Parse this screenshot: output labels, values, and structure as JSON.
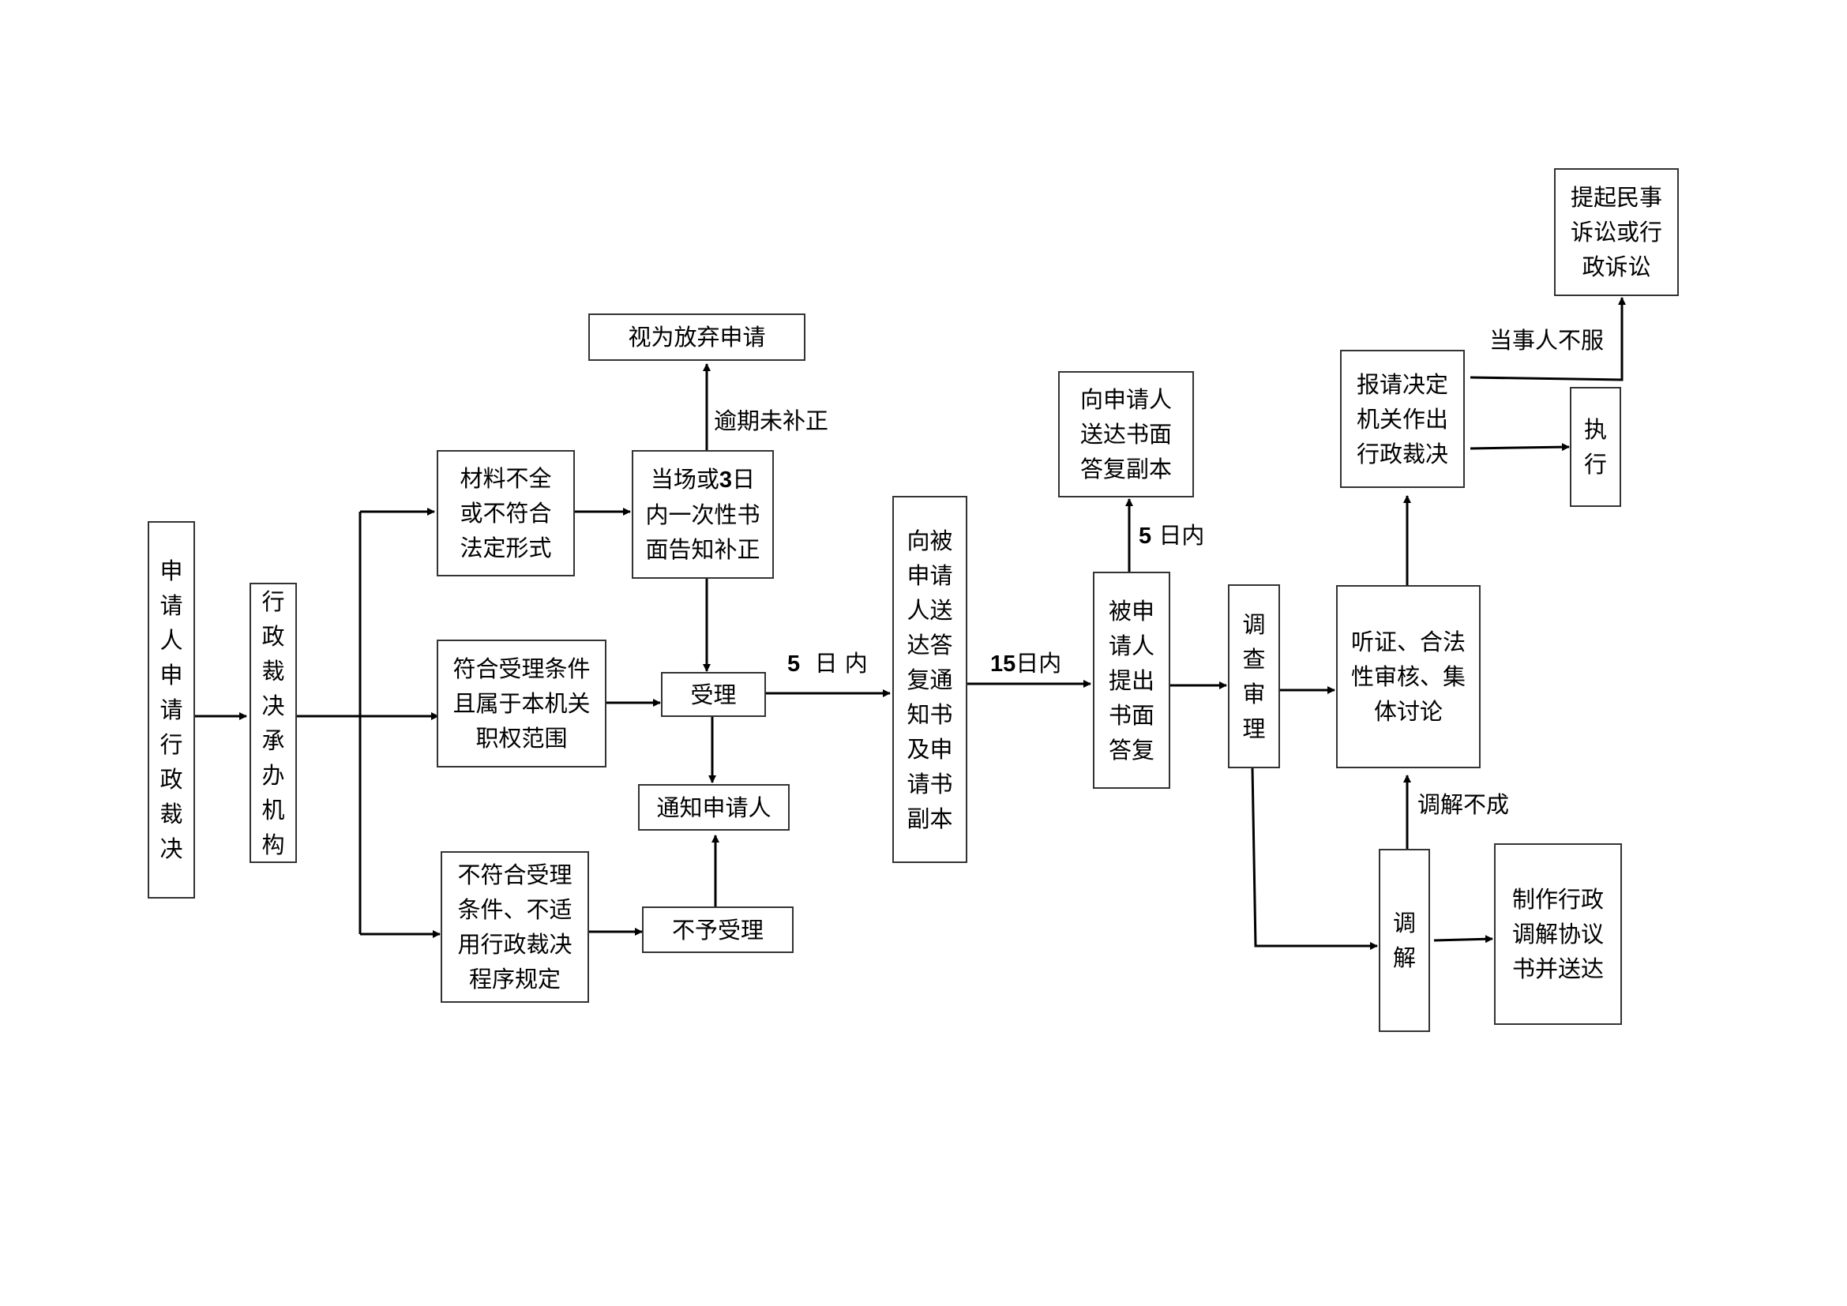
{
  "nodes": {
    "applicant": "申请人申请行政裁决",
    "agency": "行政裁决承办机构",
    "incomplete": "材料不全\n或不符合\n法定形式",
    "meets": "符合受理条件\n且属于本机关\n职权范围",
    "notmeet": "不符合受理\n条件、不适\n用行政裁决\n程序规定",
    "notify_correct_pre": "当场或",
    "notify_correct_num": "3",
    "notify_correct_post": "日\n内一次性书\n面告知补正",
    "abandon": "视为放弃申请",
    "accept": "受理",
    "notify_applicant": "通知申请人",
    "reject": "不予受理",
    "deliver_respondent": "向被\n申请\n人送\n达答\n复通\n知书\n及申\n请书\n副本",
    "respondent_reply": "被申\n请人\n提出\n书面\n答复",
    "deliver_applicant": "向申请人\n送达书面\n答复副本",
    "investigate": "调查审理",
    "hearing": "听证、合法\n性审核、集\n体讨论",
    "mediate": "调解",
    "mediation_doc": "制作行政\n调解协议\n书并送达",
    "report": "报请决定\n机关作出\n行政裁决",
    "lawsuit": "提起民事\n诉讼或行\n政诉讼",
    "execute": "执\n行"
  },
  "labels": {
    "overdue": "逾期未补正",
    "five_days_num": "5",
    "five_days_text": "日 内",
    "fifteen_days_num": "15",
    "fifteen_days_text": "日内",
    "five_days_up_num": "5",
    "five_days_up_text": "日内",
    "mediation_fail": "调解不成",
    "dissatisfied": "当事人不服"
  },
  "colors": {
    "line": "#000000",
    "border": "#333333"
  }
}
